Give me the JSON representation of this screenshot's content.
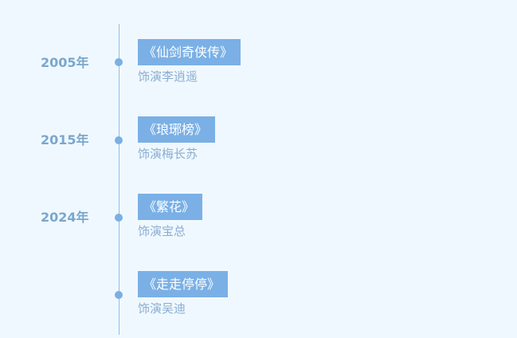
{
  "timeline": {
    "entries": [
      {
        "year": "2005年",
        "title": "《仙剑奇侠传》",
        "role": "饰演李逍遥"
      },
      {
        "year": "2015年",
        "title": "《琅琊榜》",
        "role": "饰演梅长苏"
      },
      {
        "year": "2024年",
        "title": "《繁花》",
        "role": "饰演宝总"
      },
      {
        "year": "",
        "title": "《走走停停》",
        "role": "饰演吴迪"
      }
    ],
    "colors": {
      "background": "#f0f8ff",
      "accent": "#7ab0e6",
      "year_text": "#7aa7cd",
      "role_text": "#8aaed0",
      "line": "#8ec0e6"
    }
  }
}
